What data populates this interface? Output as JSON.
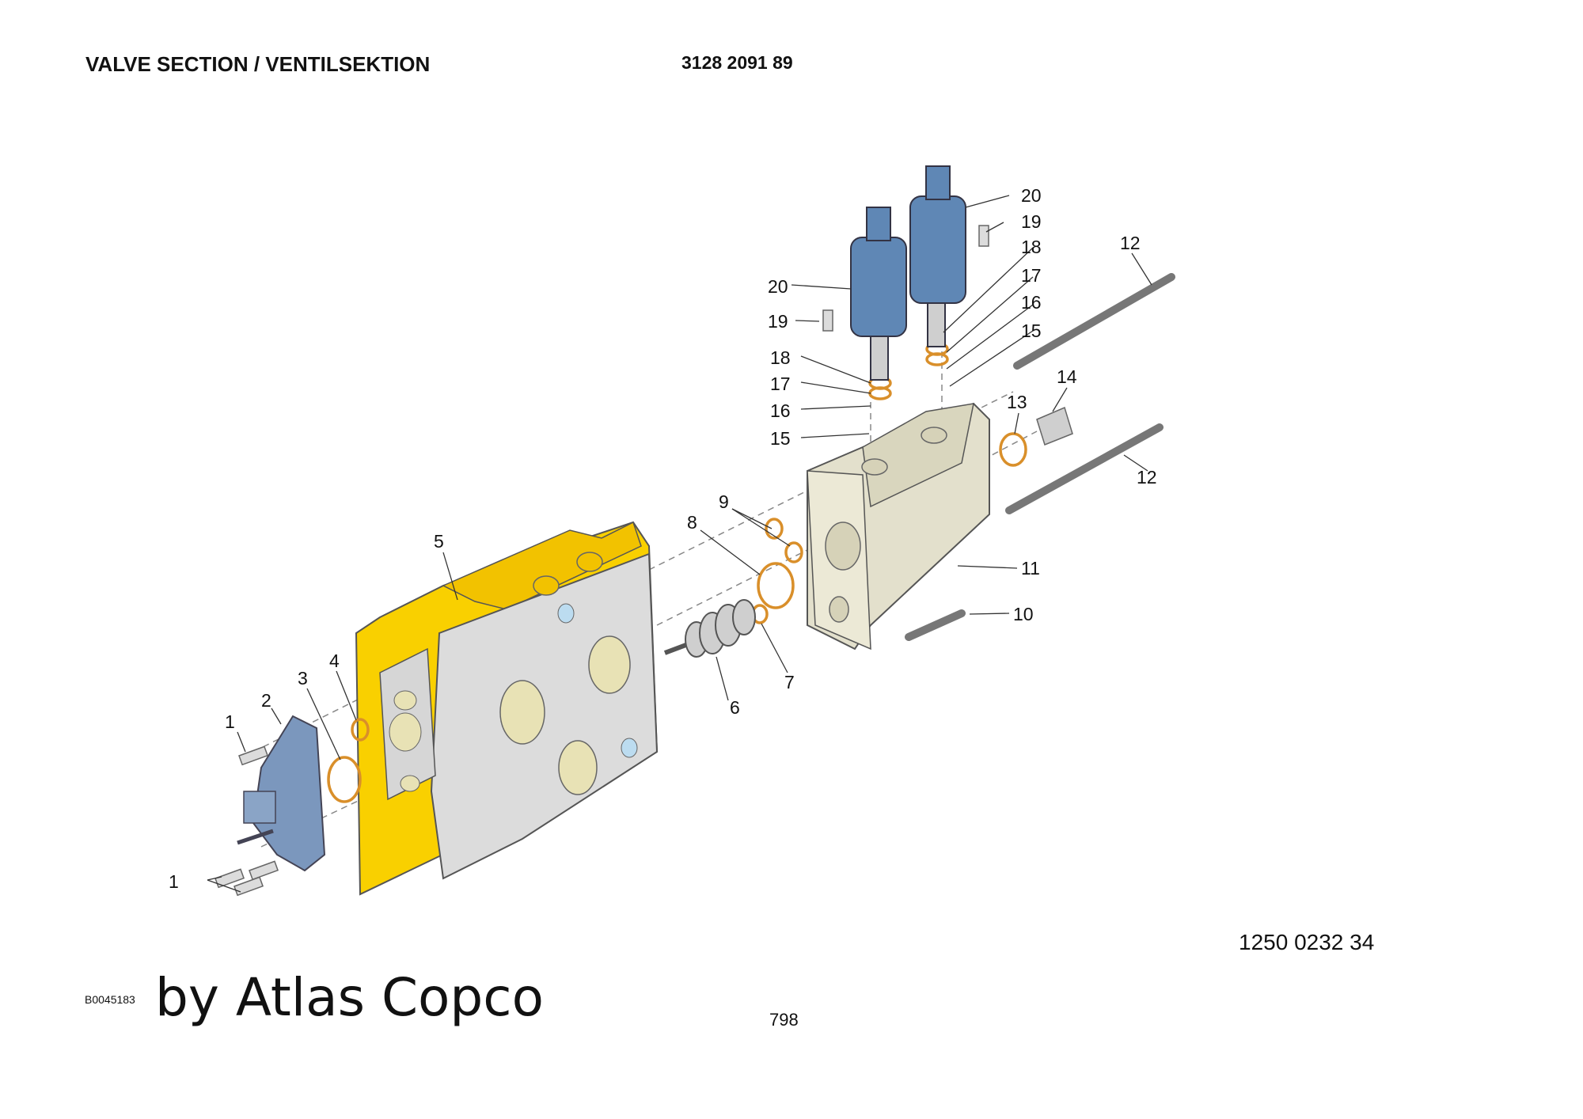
{
  "header": {
    "title": "VALVE SECTION / VENTILSEKTION",
    "part_number": "3128 2091 89"
  },
  "callouts": [
    "1",
    "1",
    "2",
    "3",
    "4",
    "5",
    "6",
    "7",
    "8",
    "9",
    "10",
    "11",
    "12",
    "12",
    "13",
    "14",
    "15",
    "15",
    "16",
    "16",
    "17",
    "17",
    "18",
    "18",
    "19",
    "19",
    "20",
    "20"
  ],
  "footer": {
    "reference_number": "1250 0232 34",
    "image_id": "B0045183",
    "brand": "by Atlas Copco",
    "page_number": "798"
  },
  "colors": {
    "housing_yellow": "#f9d000",
    "housing_grey": "#d9d9d9",
    "solenoid_blue": "#5f87b5",
    "seal_orange": "#d98f2a",
    "body_beige": "#e3e0cc",
    "light_blue_port": "#bcdcf0"
  }
}
